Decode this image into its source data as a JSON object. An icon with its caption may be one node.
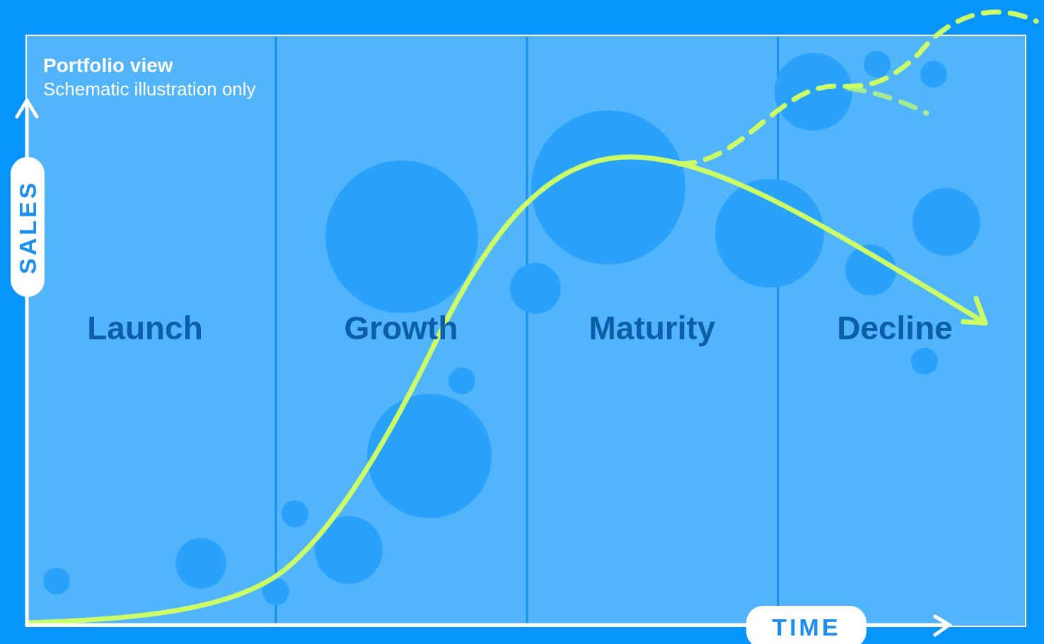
{
  "diagram": {
    "title": "Portfolio view",
    "caption": "Schematic illustration only",
    "labels": [
      "SALES",
      "Launch",
      "Growth",
      "Maturity",
      "Decline",
      "TIME"
    ]
  }
}
